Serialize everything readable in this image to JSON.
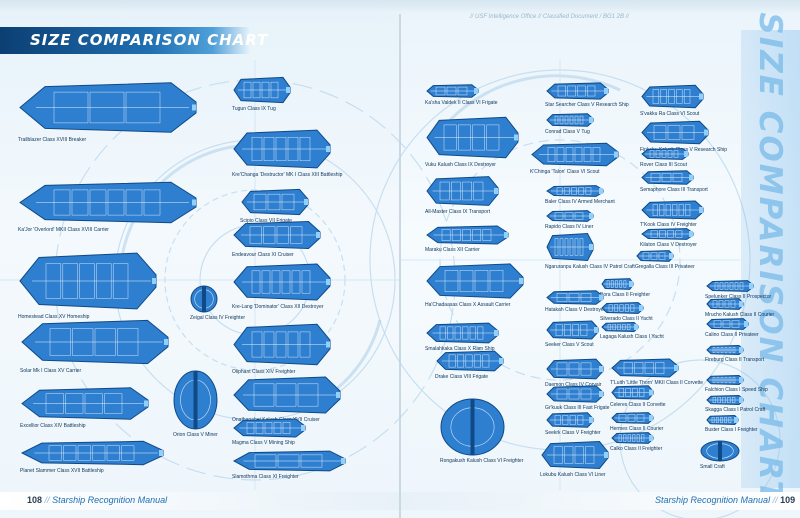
{
  "header": {
    "title": "SIZE COMPARISON CHART",
    "classified": "// USF Intelligence Office // Classified Document / BG1 2B //",
    "side_title": "SIZE COMPARISON CHART"
  },
  "footer": {
    "left_page_number": "108",
    "left_sep": "//",
    "left_book": "Starship Recognition Manual",
    "right_book": "Starship Recognition Manual",
    "right_sep": "//",
    "right_page_number": "109"
  },
  "colors": {
    "banner_dark": "#0b3f73",
    "banner_light": "#4f9fd9",
    "ship_fill": "#2f7fd0",
    "ship_dark": "#0f4a86",
    "label": "#0b3358",
    "background": "#e8f3fa"
  },
  "ships_left": [
    "Trailblazer Class XVIII Breaker",
    "Tugun Class IX Tug",
    "Kre'Changa 'Destructor' MK I Class XIII Battleship",
    "Ka'Jor 'Overlord' MKII Class XVIII Carrier",
    "Scipio Class VII Frigate",
    "Endeavour Class XI Cruiser",
    "Homestead Class XV Homeship",
    "Kre-Lang 'Dominator' Class XII Destroyer",
    "Zeigal Class IV Freighter",
    "Solar Mk I Class XV Carrier",
    "Oliphant Class XIV Freighter",
    "Orion Class V Miner",
    "Onathapabet Kalush Class XVII Cruiser",
    "Excellior Class XIV Battleship",
    "Magma Class V Mining Ship",
    "Planet Slammer Class XVII Battleship",
    "Slamothma Class XI Freighter"
  ],
  "ships_right": [
    "Ka'sha Valdek II Class VI Frigate",
    "Star Searcher Class V Research Ship",
    "S'vakku Ra Class VI Scout",
    "Conrad Class V Tug",
    "Fipkchu Kalush Class V Research Ship",
    "Vuku Kalush Class IX Destroyer",
    "Rover Class III Scout",
    "K'Chinga 'Talon' Class VI Scout",
    "Semaphore Class III Transport",
    "All-Master Class IX Transport",
    "Baler Class IV Armed Merchant",
    "T'Kook Class IV Freighter",
    "Rapido Class IV Liner",
    "Kilaton Class V Destroyer",
    "Maraku Class XII Carrier",
    "Ngaruranpu Kalush Class IV Patrol Craft",
    "Gregalla Class III Privateer",
    "Ha'Chadaasas Class X Assault Carrier",
    "Bora Class II Freighter",
    "Spelunker Class II Prospector",
    "Hatakah Class V Destroyer",
    "Mrucho Kalush Class II Courier",
    "Silverado Class II Yacht",
    "Smalahkaka Class X Ram Ship",
    "Calino Class II Privateer",
    "Seeker Class V Scout",
    "Lagaga Kalush Class I Yacht",
    "Fireburg Class II Transport",
    "Daemon Class IV Corvair",
    "T'Luith 'Little Thorn' MKII Class II Corvette",
    "Drake Class VIII Frigate",
    "Falchion Class I Speed Ship",
    "Gr'kuuk Class III Fast Frigate",
    "Celeres Class II Corvette",
    "Skagga Class I Patrol Craft",
    "Rongakush Kalush Class VI Freighter",
    "Hermes Class II Courier",
    "Seekrk Class V Freighter",
    "Buster Class I Freighter",
    "Calko Class II Freighter",
    "Small Craft",
    "Lokubu Kalush Class VI Liner"
  ]
}
